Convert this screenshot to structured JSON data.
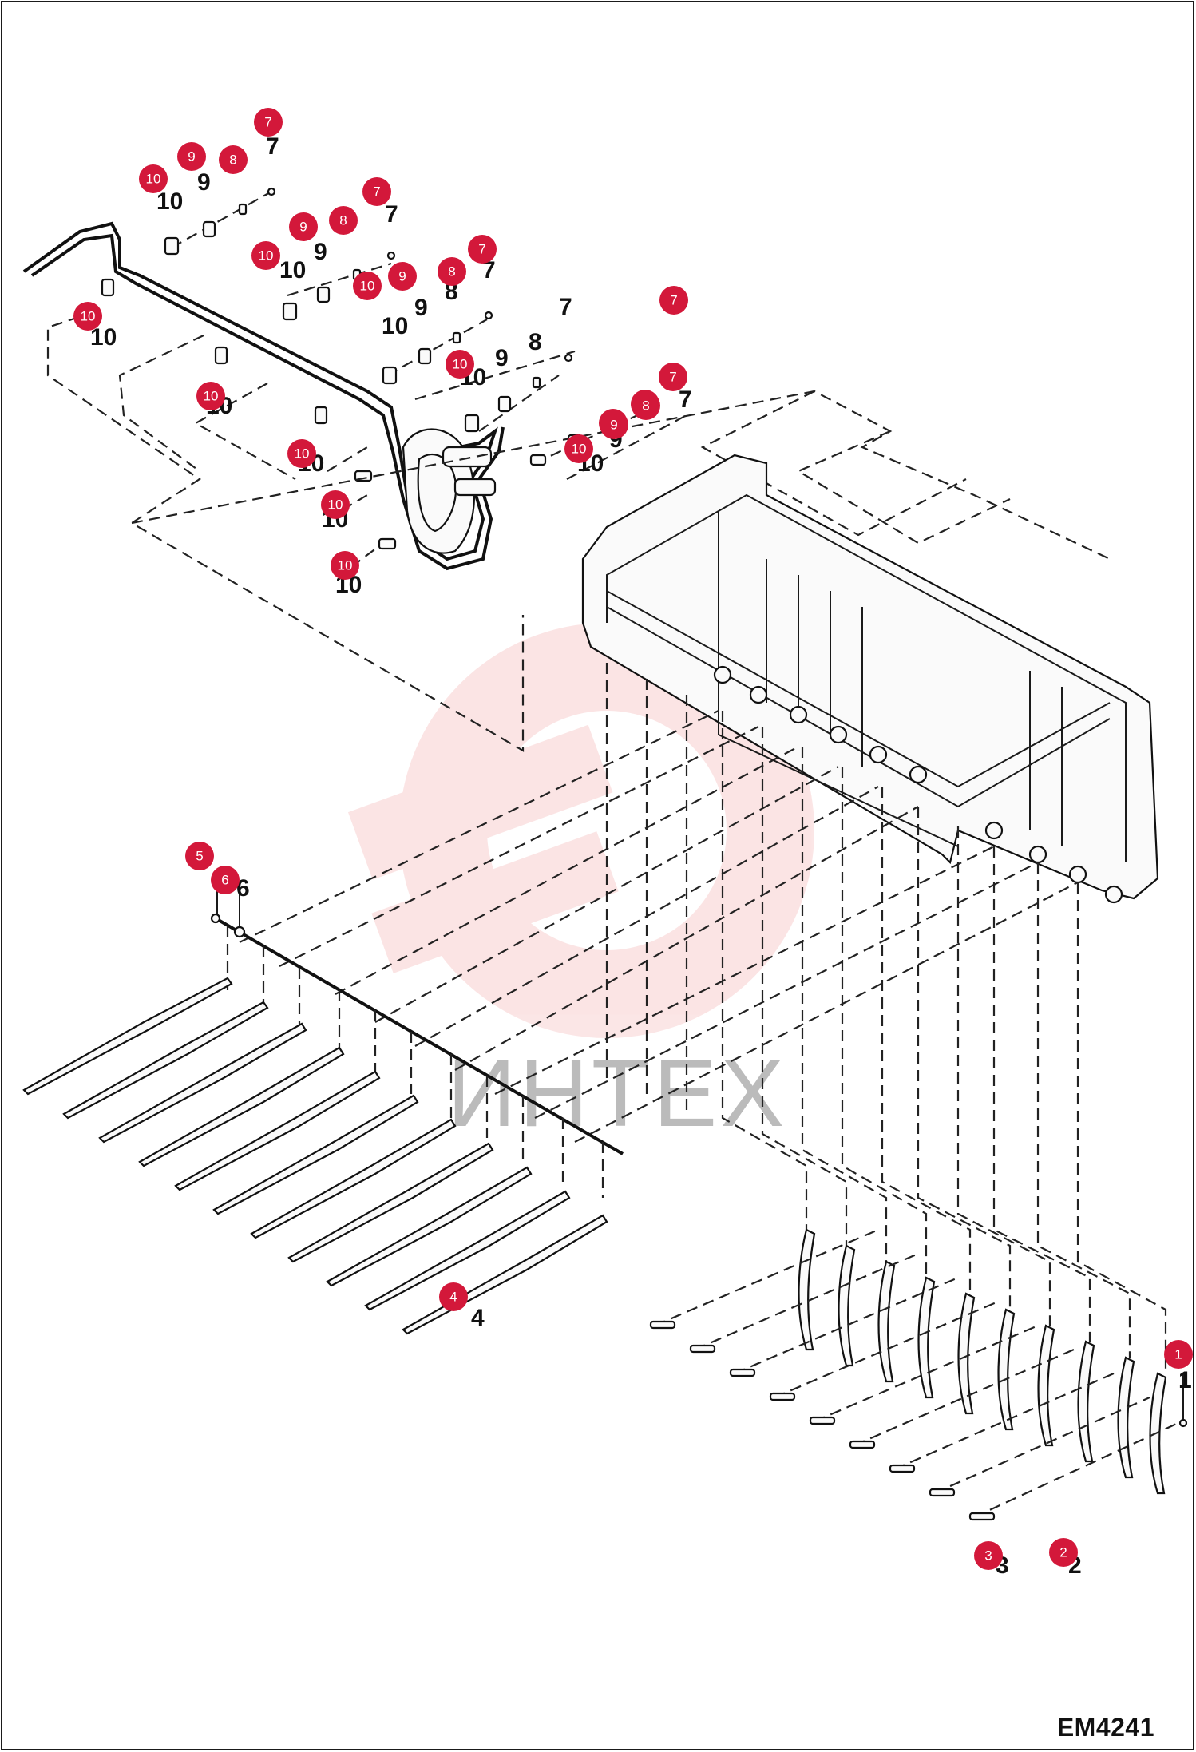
{
  "diagram": {
    "code": "EM4241",
    "watermark_text": "ИНТЕХ",
    "colors": {
      "callout": "#d3183a",
      "line": "#1a1a1a",
      "watermark": "#e23a3a"
    },
    "callouts": [
      {
        "label": "7"
      },
      {
        "label": "9"
      },
      {
        "label": "8"
      },
      {
        "label": "10"
      },
      {
        "label": "7"
      },
      {
        "label": "9"
      },
      {
        "label": "8"
      },
      {
        "label": "10"
      },
      {
        "label": "7"
      },
      {
        "label": "8"
      },
      {
        "label": "10"
      },
      {
        "label": "9"
      },
      {
        "label": "10"
      },
      {
        "label": "7"
      },
      {
        "label": "8"
      },
      {
        "label": "9"
      },
      {
        "label": "10"
      },
      {
        "label": "10"
      },
      {
        "label": "7"
      },
      {
        "label": "8"
      },
      {
        "label": "9"
      },
      {
        "label": "10"
      },
      {
        "label": "10"
      },
      {
        "label": "10"
      },
      {
        "label": "10"
      },
      {
        "label": "5"
      },
      {
        "label": "6"
      },
      {
        "label": "4"
      },
      {
        "label": "1"
      },
      {
        "label": "3"
      },
      {
        "label": "2"
      }
    ]
  }
}
